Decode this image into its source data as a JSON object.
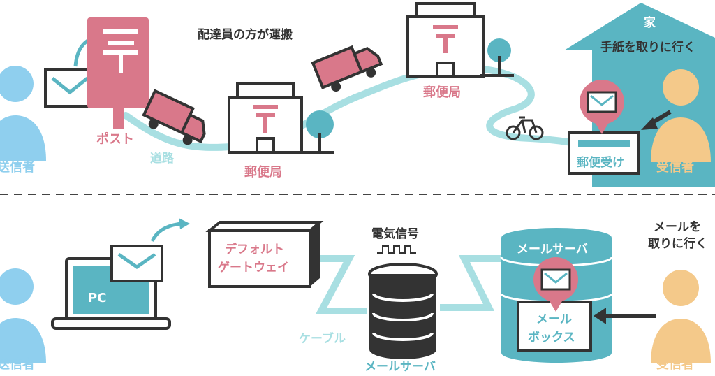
{
  "colors": {
    "pink": "#d9788a",
    "pink_light": "#e8a0ad",
    "teal": "#5ab5c2",
    "teal_light": "#a8dfe2",
    "blue": "#8fcfee",
    "orange": "#f4c98a",
    "dark": "#333333"
  },
  "top": {
    "sender": "送信者",
    "post": "ポスト",
    "road": "道路",
    "delivery_caption": "配達員の方が運搬",
    "post_office_1": "郵便局",
    "post_office_2": "郵便局",
    "house": "家",
    "pickup": "手紙を取りに行く",
    "mailbox": "郵便受け",
    "receiver": "受信者"
  },
  "bottom": {
    "sender": "送信者",
    "pc": "PC",
    "gateway_line1": "デフォルト",
    "gateway_line2": "ゲートウェイ",
    "signal": "電気信号",
    "cable": "ケーブル",
    "server_center": "メールサーバ",
    "server_right": "メールサーバ",
    "mailbox_line1": "メール",
    "mailbox_line2": "ボックス",
    "pickup_line1": "メールを",
    "pickup_line2": "取りに行く",
    "receiver": "受信者"
  }
}
